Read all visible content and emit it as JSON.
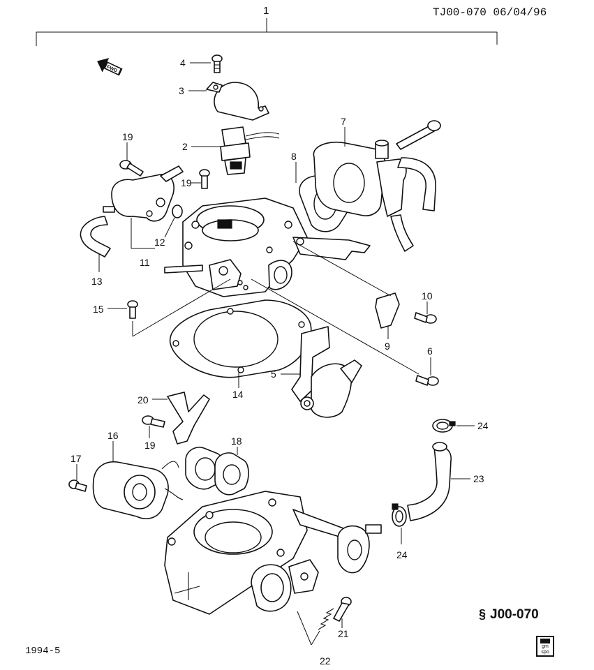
{
  "header": {
    "code": "TJ00-070 06/04/96"
  },
  "footer": {
    "year_code": "1994-5",
    "section_code": "J00-070"
  },
  "fwd_label": "FWD",
  "stamp": {
    "line1": "gm",
    "line2": "spo"
  },
  "callouts": {
    "c1": "1",
    "c2": "2",
    "c3": "3",
    "c4": "4",
    "c5": "5",
    "c6": "6",
    "c7": "7",
    "c8": "8",
    "c9": "9",
    "c10": "10",
    "c11": "11",
    "c12": "12",
    "c13": "13",
    "c14": "14",
    "c15": "15",
    "c16": "16",
    "c17": "17",
    "c18": "18",
    "c19a": "19",
    "c19b": "19",
    "c19c": "19",
    "c20": "20",
    "c21": "21",
    "c22": "22",
    "c23": "23",
    "c24a": "24",
    "c24b": "24"
  }
}
